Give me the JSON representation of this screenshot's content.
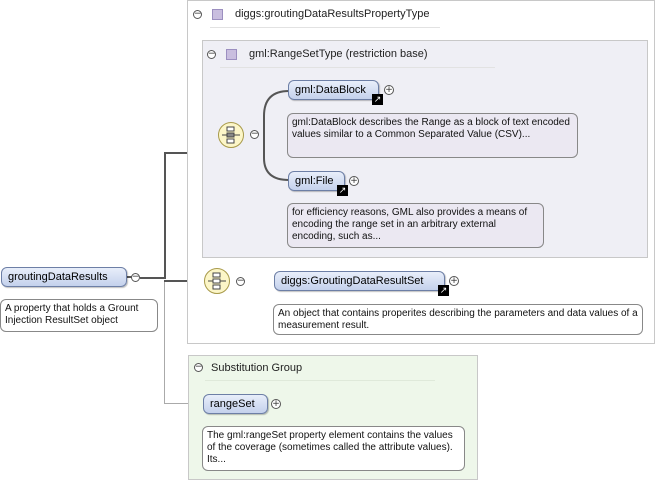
{
  "root": {
    "name": "groutingDataResults",
    "doc": "A property that holds a Grount Injection ResultSet object"
  },
  "property_type": {
    "title": "diggs:groutingDataResultsPropertyType"
  },
  "range_set_type": {
    "title": "gml:RangeSetType (restriction base)"
  },
  "data_block": {
    "name": "gml:DataBlock",
    "doc": "gml:DataBlock describes the Range as a block of text encoded values similar to a Common Separated Value (CSV)..."
  },
  "file": {
    "name": "gml:File",
    "doc": "for efficiency reasons, GML also provides a means of encoding the range set in an arbitrary external encoding, such as..."
  },
  "grouting_result_set": {
    "name": "diggs:GroutingDataResultSet",
    "doc": "An object that contains properites describing the parameters and data values of a measurement result."
  },
  "substitution_group": {
    "title": "Substitution Group",
    "member": "rangeSet",
    "doc": "The gml:rangeSet property element contains the values of the coverage (sometimes called the attribute values). Its..."
  }
}
